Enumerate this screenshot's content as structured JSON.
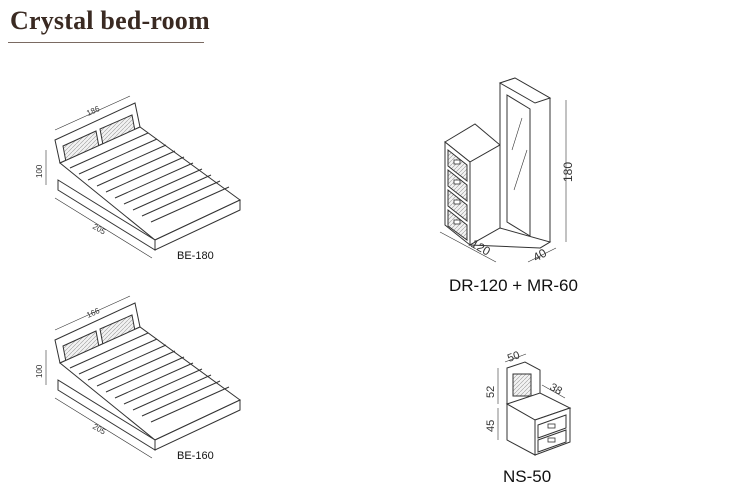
{
  "page": {
    "title": "Crystal bed-room"
  },
  "products": [
    {
      "code": "BE-180",
      "width": "186",
      "height": "100",
      "length": "205"
    },
    {
      "code": "BE-160",
      "width": "166",
      "height": "100",
      "length": "205"
    },
    {
      "code": "DR-120 + MR-60",
      "dresser_width": "120",
      "mirror_depth": "40",
      "mirror_height": "180"
    },
    {
      "code": "NS-50",
      "width": "50",
      "height": "52",
      "depth": "38",
      "leg_height": "45"
    }
  ],
  "colors": {
    "line": "#333333",
    "title": "#3a2a22",
    "panel": "#cfcfcf"
  }
}
